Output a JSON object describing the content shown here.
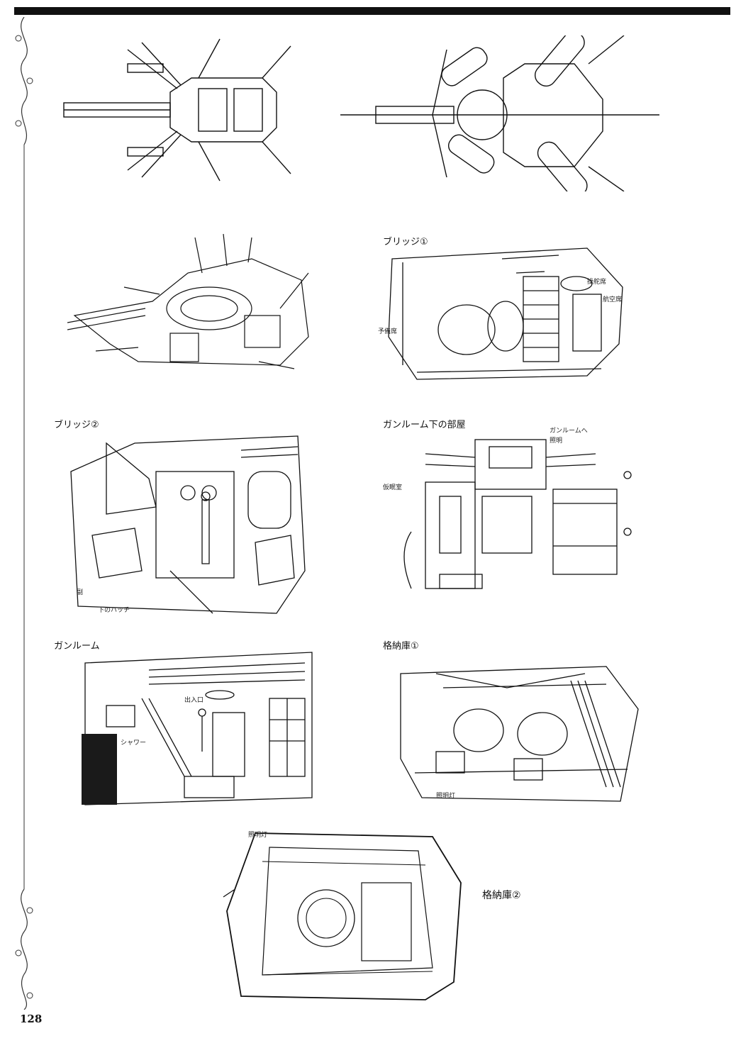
{
  "page": {
    "number": "128"
  },
  "captions": {
    "bridge1": "ブリッジ①",
    "bridge2": "ブリッジ②",
    "room_below_gunroom": "ガンルーム下の部屋",
    "gunroom": "ガンルーム",
    "hangar1": "格納庫①",
    "hangar2": "格納庫②"
  },
  "annotations": {
    "bridge1": [
      "操舵席",
      "航空席",
      "予備席"
    ],
    "bridge2": [
      "副",
      "下のハッチ"
    ],
    "room_below_gunroom": [
      "ガンルームへ",
      "照明",
      "仮眠室"
    ],
    "gunroom": [
      "出入口",
      "シャワー"
    ],
    "hangar1": [
      "照明灯"
    ],
    "hangar2": [
      "照明灯"
    ]
  }
}
